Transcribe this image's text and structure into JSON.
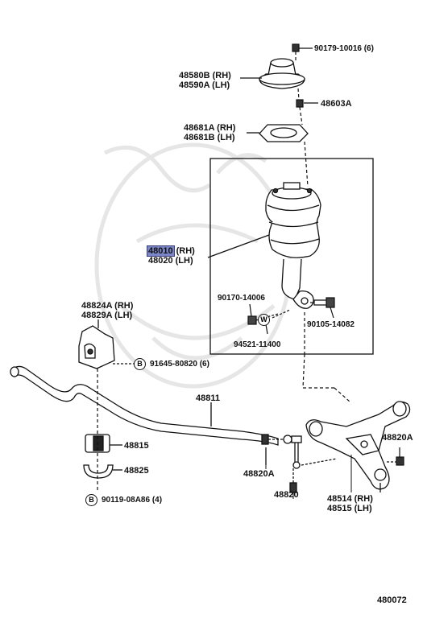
{
  "parts": {
    "p90179": "90179-10016 (6)",
    "p48580B": "48580B (RH)",
    "p48590A": "48590A (LH)",
    "p48603A": "48603A",
    "p48681A": "48681A (RH)",
    "p48681B": "48681B (LH)",
    "p48010_code": "48010",
    "p48010_side": "(RH)",
    "p48020": "48020 (LH)",
    "p90170": "90170-14006",
    "p90105": "90105-14082",
    "p94521": "94521-11400",
    "p48824A": "48824A (RH)",
    "p48829A": "48829A (LH)",
    "p91645": "91645-80820 (6)",
    "p48811": "48811",
    "p48815": "48815",
    "p48825": "48825",
    "p90119": "90119-08A86 (4)",
    "p48820A_left": "48820A",
    "p48820": "48820",
    "p48514": "48514 (RH)",
    "p48515": "48515 (LH)",
    "p48820A_right": "48820A"
  },
  "symbols": {
    "b_upper": "B",
    "b_lower": "B",
    "w_washer": "W"
  },
  "footer": {
    "diagram_number": "480072"
  }
}
